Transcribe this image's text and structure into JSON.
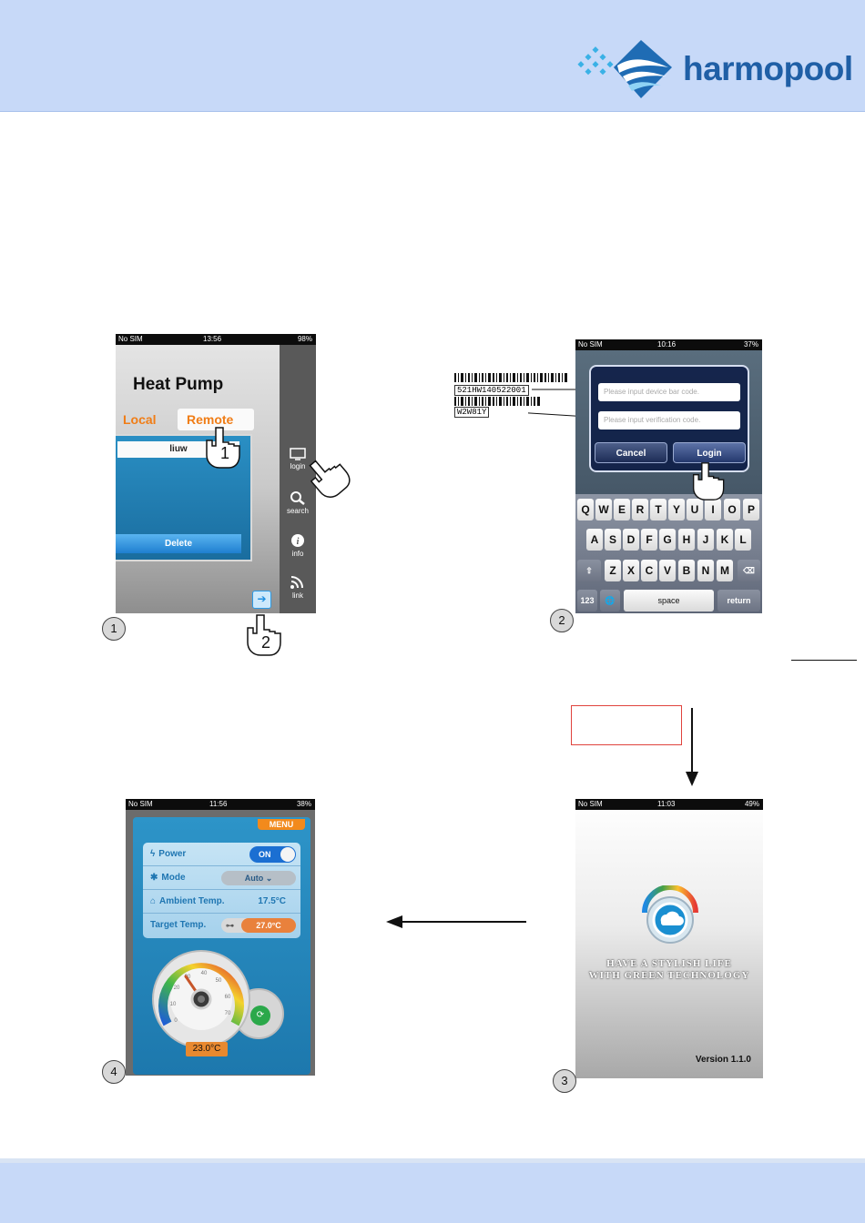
{
  "brand": {
    "name": "harmopool"
  },
  "phone1": {
    "status": {
      "carrier": "No SIM",
      "time": "13:56",
      "battery": "98%"
    },
    "title": "Heat Pump",
    "tabs": {
      "local": "Local",
      "remote": "Remote"
    },
    "user": "liuw",
    "delete_label": "Delete",
    "side_menu": {
      "login": "login",
      "search": "search",
      "info": "info",
      "link": "link"
    },
    "hand1": "1",
    "hand2": "2"
  },
  "phone2": {
    "status": {
      "carrier": "No SIM",
      "time": "10:16",
      "battery": "37%"
    },
    "placeholder_barcode": "Please input device bar code.",
    "placeholder_verification": "Please input verification code.",
    "cancel_label": "Cancel",
    "login_label": "Login",
    "keyboard": {
      "row1": [
        "Q",
        "W",
        "E",
        "R",
        "T",
        "Y",
        "U",
        "I",
        "O",
        "P"
      ],
      "row2": [
        "A",
        "S",
        "D",
        "F",
        "G",
        "H",
        "J",
        "K",
        "L"
      ],
      "row3": [
        "Z",
        "X",
        "C",
        "V",
        "B",
        "N",
        "M"
      ],
      "numbers": "123",
      "space": "space",
      "return": "return"
    }
  },
  "barcode_labels": {
    "device": "521HW140522001",
    "verify": "W2W81Y"
  },
  "phone3": {
    "status": {
      "carrier": "No SIM",
      "time": "11:03",
      "battery": "49%"
    },
    "slogan_line1": "HAVE A STYLISH LIFE",
    "slogan_line2": "WITH GREEN TECHNOLOGY",
    "version": "Version 1.1.0"
  },
  "phone4": {
    "status": {
      "carrier": "No SIM",
      "time": "11:56",
      "battery": "38%"
    },
    "menu": "MENU",
    "power_label": "Power",
    "power_state": "ON",
    "mode_label": "Mode",
    "mode_value": "Auto",
    "ambient_label": "Ambient Temp.",
    "ambient_value": "17.5°C",
    "target_label": "Target Temp.",
    "target_value": "27.0°C",
    "current_temp": "23.0°C",
    "gauge_ticks": [
      "0",
      "10",
      "20",
      "30",
      "40",
      "50",
      "60",
      "70"
    ]
  },
  "steps": {
    "s1": "1",
    "s2": "2",
    "s3": "3",
    "s4": "4"
  },
  "colors": {
    "header": "#c7d9f8",
    "brand": "#1f5fa6",
    "accent_orange": "#f07d16",
    "screen_blue": "#2d94c8"
  }
}
